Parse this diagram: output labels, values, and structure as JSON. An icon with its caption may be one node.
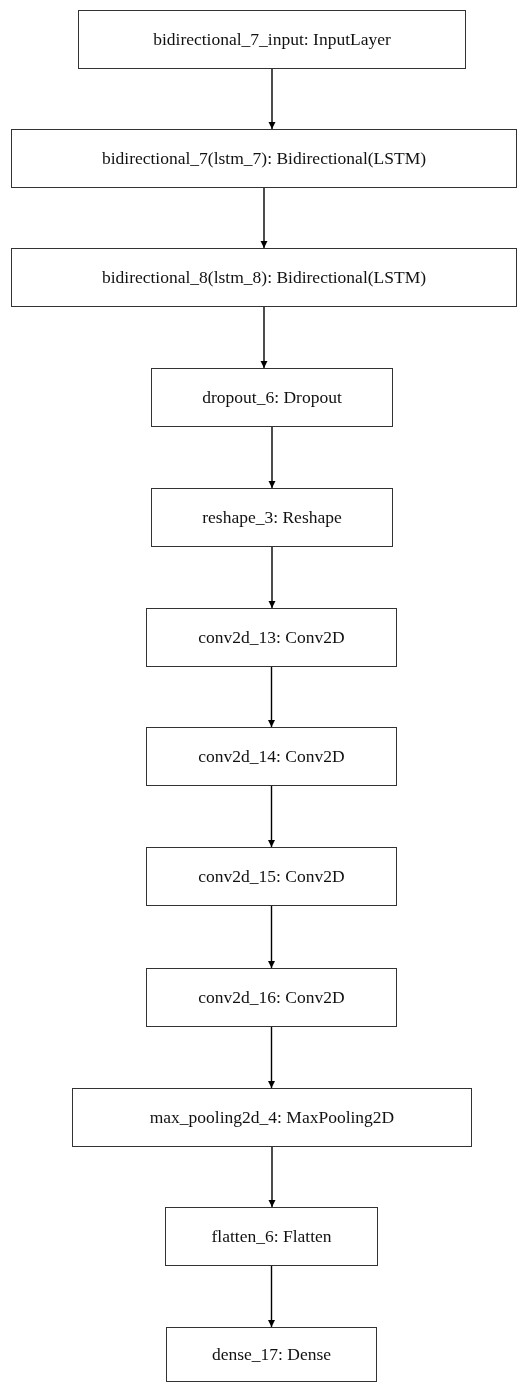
{
  "diagram": {
    "nodes": [
      {
        "text": [
          "bidirectional_7_input: InputLayer"
        ]
      },
      {
        "text": [
          "bidirectional_7(lstm_7): Bidirectional(LSTM)"
        ]
      },
      {
        "text": [
          "bidirectional_8(lstm_8): Bidirectional(LSTM)"
        ]
      },
      {
        "text": [
          "dropout_6: Dropout"
        ]
      },
      {
        "text": [
          "reshape_3: Reshape"
        ]
      },
      {
        "text": [
          "conv2d_13: Conv2D"
        ]
      },
      {
        "text": [
          "conv2d_14: Conv2D"
        ]
      },
      {
        "text": [
          "conv2d_15: Conv2D"
        ]
      },
      {
        "text": [
          "conv2d_16: Conv2D"
        ]
      },
      {
        "text": [
          "max_pooling2d_4: MaxPooling2D"
        ]
      },
      {
        "text": [
          "flatten_6: Flatten"
        ]
      },
      {
        "text": [
          "dense_17: Dense"
        ]
      }
    ],
    "edges": [
      {
        "from": 0,
        "to": 1,
        "arrow": "to"
      },
      {
        "from": 1,
        "to": 2,
        "arrow": "to"
      },
      {
        "from": 2,
        "to": 3,
        "arrow": "to"
      },
      {
        "from": 3,
        "to": 4,
        "arrow": "to"
      },
      {
        "from": 4,
        "to": 5,
        "arrow": "to"
      },
      {
        "from": 5,
        "to": 6,
        "arrow": "to"
      },
      {
        "from": 6,
        "to": 7,
        "arrow": "to"
      },
      {
        "from": 7,
        "to": 8,
        "arrow": "to"
      },
      {
        "from": 8,
        "to": 9,
        "arrow": "to"
      },
      {
        "from": 9,
        "to": 10,
        "arrow": "to"
      },
      {
        "from": 10,
        "to": 11,
        "arrow": "to"
      }
    ]
  }
}
